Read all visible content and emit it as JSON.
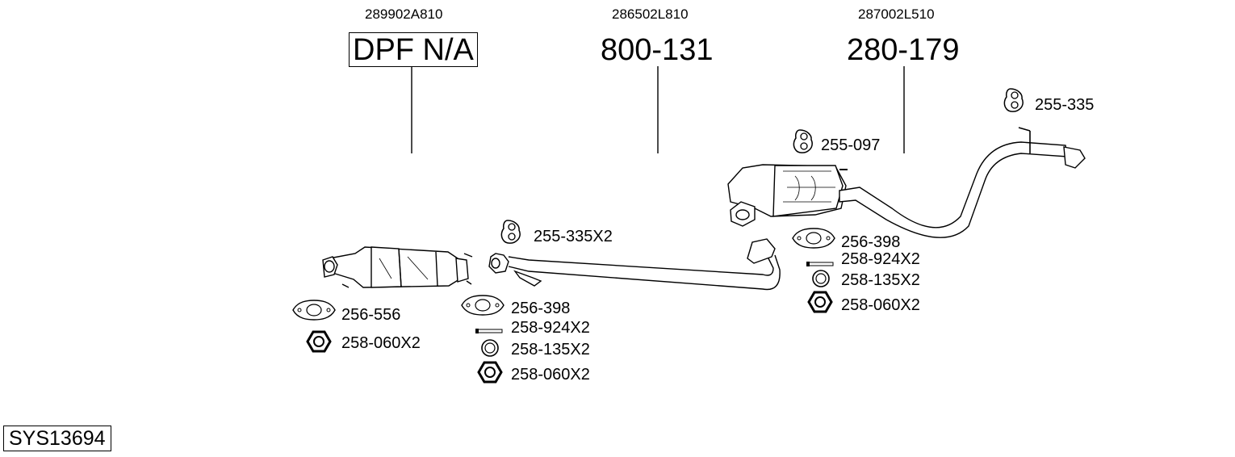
{
  "header": {
    "columns": [
      {
        "oem": "289902A810",
        "part": "DPF N/A",
        "boxed": true
      },
      {
        "oem": "286502L810",
        "part": "800-131",
        "boxed": false
      },
      {
        "oem": "287002L510",
        "part": "280-179",
        "boxed": false
      }
    ]
  },
  "labels": {
    "g1": [
      "256-556",
      "258-060X2"
    ],
    "g2": [
      "255-335X2",
      "256-398",
      "258-924X2",
      "258-135X2",
      "258-060X2"
    ],
    "g3": [
      "255-097",
      "256-398",
      "258-924X2",
      "258-135X2",
      "258-060X2"
    ],
    "g4": [
      "255-335"
    ]
  },
  "system_id": "SYS13694",
  "icons": [
    "gasket-icon",
    "nut-icon",
    "bolt-icon",
    "ring-icon",
    "rubber-hanger-icon"
  ]
}
